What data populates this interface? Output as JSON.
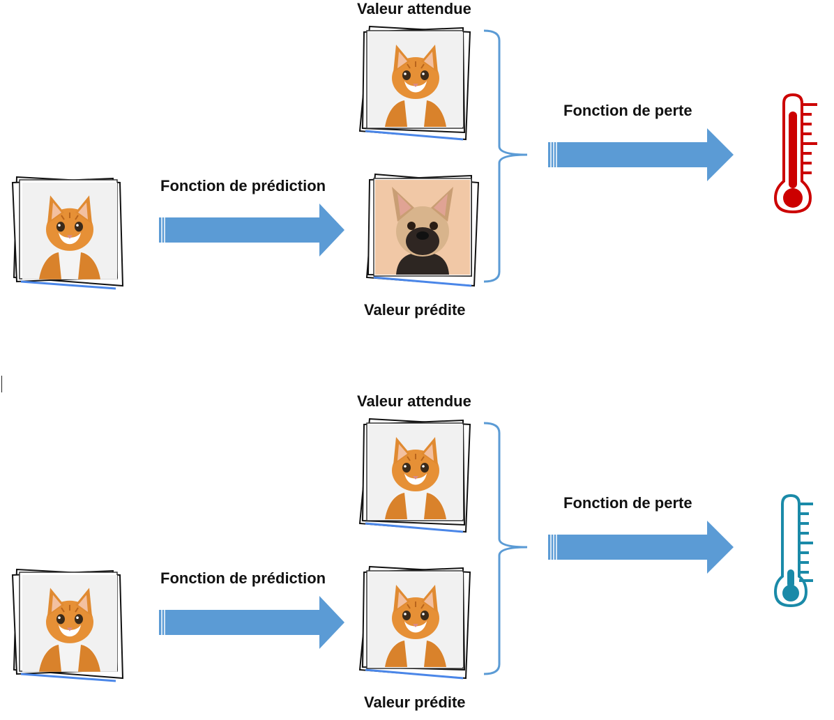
{
  "panels": [
    {
      "id": "top",
      "expected_label": "Valeur attendue",
      "predicted_label": "Valeur prédite",
      "prediction_function_label": "Fonction de prédiction",
      "loss_function_label": "Fonction de perte",
      "input_image": "cat-icon",
      "expected_image": "cat-icon",
      "predicted_image": "dog-icon",
      "thermometer_state": "hot",
      "thermometer_color": "#cc0000",
      "thermometer_level": 0.85
    },
    {
      "id": "bottom",
      "expected_label": "Valeur attendue",
      "predicted_label": "Valeur prédite",
      "prediction_function_label": "Fonction de prédiction",
      "loss_function_label": "Fonction de perte",
      "input_image": "cat-icon",
      "expected_image": "cat-icon",
      "predicted_image": "cat-icon",
      "thermometer_state": "cold",
      "thermometer_color": "#1a8aa8",
      "thermometer_level": 0.3
    }
  ],
  "colors": {
    "arrow": "#5b9bd5",
    "bracket": "#5b9bd5",
    "card_shadow": "#4a86e8"
  }
}
